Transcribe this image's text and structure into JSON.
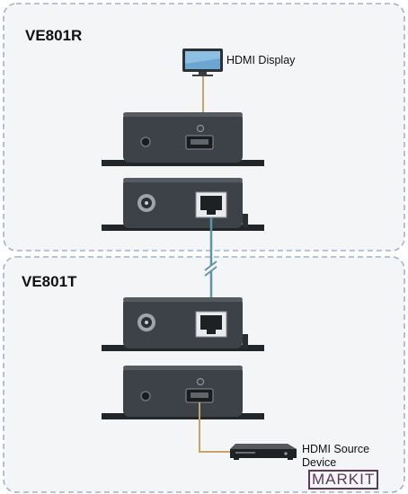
{
  "receiver": {
    "title": "VE801R",
    "display_label": "HDMI Display"
  },
  "transmitter": {
    "title": "VE801T",
    "source_label": "HDMI Source Device"
  },
  "watermark": {
    "text": "MARKIT"
  },
  "colors": {
    "panel_border": "#9fb4c8",
    "device_body": "#3c4247",
    "cable_hdmi": "#c7a36a",
    "cable_cat": "#5f93a6"
  }
}
